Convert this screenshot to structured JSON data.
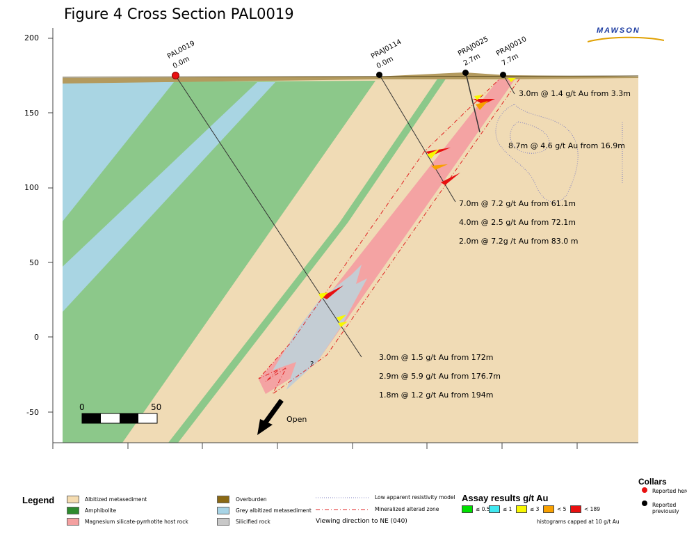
{
  "title": "Figure 4 Cross Section PAL0019",
  "logo_text": "MAWSON",
  "y_axis": {
    "ticks": [
      "200",
      "150",
      "100",
      "50",
      "0",
      "-50"
    ]
  },
  "collars": [
    {
      "name": "PAL0019",
      "depth": "0.0m",
      "status": "reported-here"
    },
    {
      "name": "PRAJ0114",
      "depth": "0.0m",
      "status": "reported-previously"
    },
    {
      "name": "PRAJ0025",
      "depth": "2.7m",
      "status": "reported-previously"
    },
    {
      "name": "PRAJ0010",
      "depth": "7.7m",
      "status": "reported-previously"
    }
  ],
  "intercepts": [
    "3.0m @ 1.4 g/t Au from 3.3m",
    "8.7m @ 4.6 g/t Au from 16.9m",
    "7.0m @ 7.2 g/t Au from 61.1m",
    "4.0m @ 2.5 g/t Au from 72.1m",
    "2.0m @ 7.2g /t Au from 83.0 m",
    "3.0m @ 1.5 g/t Au from 172m",
    "2.9m @ 5.9 g/t Au from 176.7m",
    "1.8m @ 1.2 g/t Au from 194m"
  ],
  "scale_bar": {
    "start": "0",
    "end": "50"
  },
  "open_label": "Open",
  "question_mark": "?",
  "legend": {
    "title": "Legend",
    "items": [
      {
        "label": "Albitized metasediment",
        "color": "#f5dcb0"
      },
      {
        "label": "Amphibolite",
        "color": "#2e8b2e"
      },
      {
        "label": "Magnesium silicate-pyrrhotite host rock",
        "color": "#f4a0a0"
      },
      {
        "label": "Overburden",
        "color": "#8b6914"
      },
      {
        "label": "Grey albitized metasediment",
        "color": "#a8d4e6"
      },
      {
        "label": "Silicified rock",
        "color": "#c8c8c8"
      }
    ],
    "lines": [
      {
        "label": "Low apparent resistivity model",
        "color": "#8080c0"
      },
      {
        "label": "Mineralized alterad zone",
        "color": "#e02020"
      }
    ],
    "viewing": "Viewing direction to NE (040)"
  },
  "assay": {
    "title": "Assay results g/t Au",
    "bins": [
      {
        "label": "≤ 0.5",
        "color": "#00e000"
      },
      {
        "label": "≤ 1",
        "color": "#40e8f0"
      },
      {
        "label": "≤ 3",
        "color": "#f8f800"
      },
      {
        "label": "< 5",
        "color": "#f8a000"
      },
      {
        "label": "< 189",
        "color": "#e81010"
      }
    ],
    "note": "histograms capped at 10 g/t Au"
  },
  "collars_legend": {
    "title": "Collars",
    "reported_here": "Reported here",
    "reported_previously_1": "Reported",
    "reported_previously_2": "previously"
  },
  "colors": {
    "albitized": "#f0dbb5",
    "amphibolite_light": "#8cc88a",
    "grey_albitized": "#a9d5e3",
    "host_rock": "#f4a3a3",
    "silicified": "#c4cdd4",
    "overburden": "#b39a5e"
  }
}
